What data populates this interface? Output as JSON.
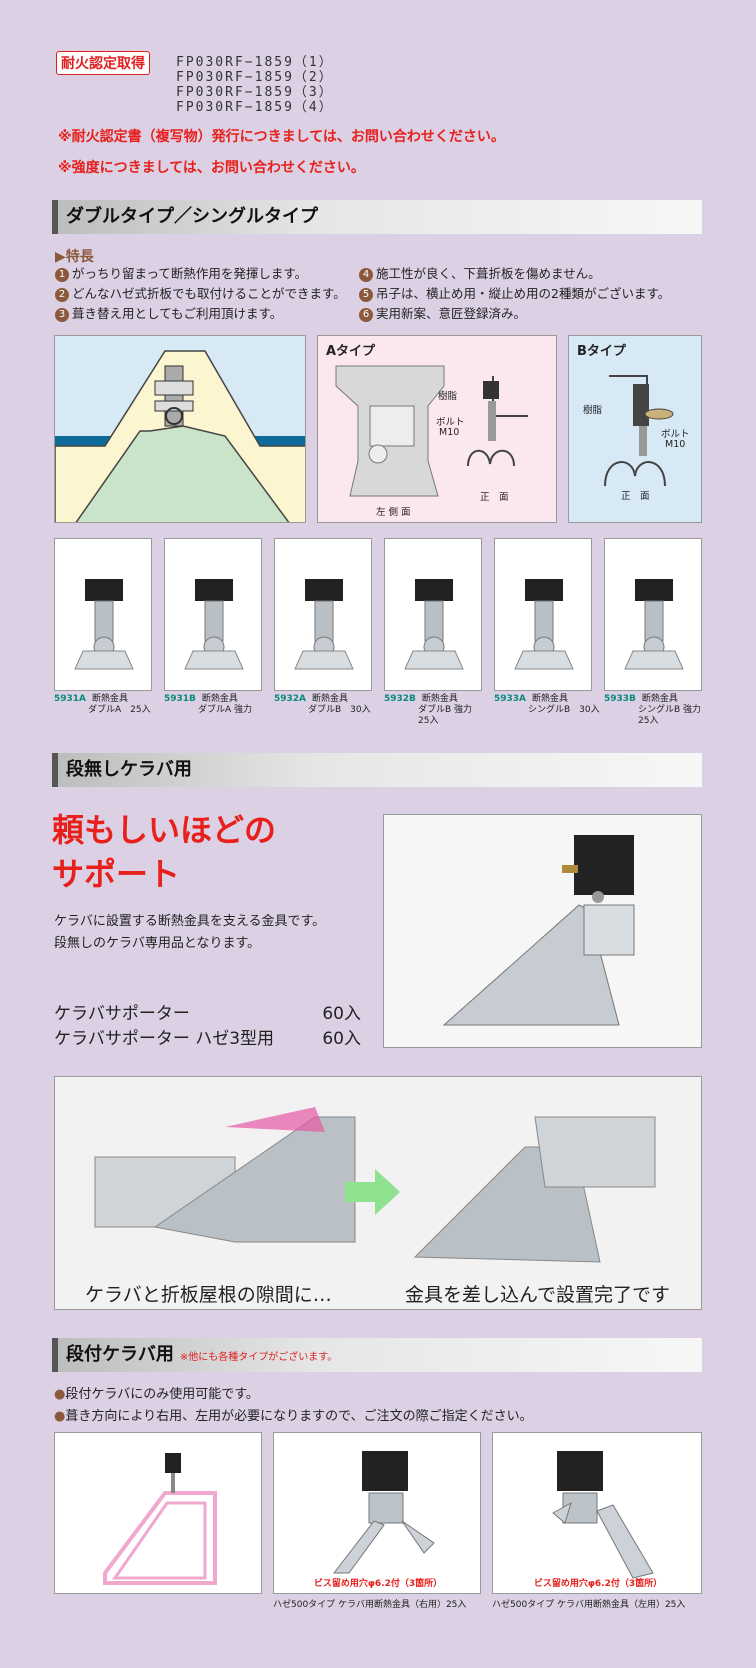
{
  "fire": {
    "badge": "耐火認定取得",
    "codes": [
      "FP030RF−1859（1）",
      "FP030RF−1859（2）",
      "FP030RF−1859（3）",
      "FP030RF−1859（4）"
    ],
    "note1": "※耐火認定書（複写物）発行につきましては、お問い合わせください。",
    "note2": "※強度につきましては、お問い合わせください。"
  },
  "double": {
    "title": "ダブルタイプ／シングルタイプ",
    "features_heading": "▶特長",
    "features_left": [
      {
        "n": "1",
        "text": "がっちり留まって断熱作用を発揮します。"
      },
      {
        "n": "2",
        "text": "どんなハゼ式折板でも取付けることができます。"
      },
      {
        "n": "3",
        "text": "葺き替え用としてもご利用頂けます。"
      }
    ],
    "features_right": [
      {
        "n": "4",
        "text": "施工性が良く、下葺折板を傷めません。"
      },
      {
        "n": "5",
        "text": "吊子は、横止め用・縦止め用の2種類がございます。"
      },
      {
        "n": "6",
        "text": "実用新案、意匠登録済み。"
      }
    ],
    "a_type": {
      "title": "Aタイプ",
      "resin": "樹脂",
      "bolt": "ボルト",
      "m10": "M10",
      "front": "正　面",
      "side": "左 側 面"
    },
    "b_type": {
      "title": "Bタイプ",
      "resin": "樹脂",
      "bolt": "ボルト",
      "m10": "M10",
      "front": "正　面"
    },
    "products": [
      {
        "code": "5931A",
        "line1": "断熱金具",
        "line2": "ダブルA　25入",
        "line3": ""
      },
      {
        "code": "5931B",
        "line1": "断熱金具",
        "line2": "ダブルA 強力",
        "line3": ""
      },
      {
        "code": "5932A",
        "line1": "断熱金具",
        "line2": "ダブルB　30入",
        "line3": ""
      },
      {
        "code": "5932B",
        "line1": "断熱金具",
        "line2": "ダブルB 強力",
        "line3": "25入"
      },
      {
        "code": "5933A",
        "line1": "断熱金具",
        "line2": "シングルB　30入",
        "line3": ""
      },
      {
        "code": "5933B",
        "line1": "断熱金具",
        "line2": "シングルB 強力",
        "line3": "25入"
      }
    ]
  },
  "kerabastep": {
    "title": "段無しケラバ用",
    "catch1": "頼もしいほどの",
    "catch2": "サポート",
    "desc1": "ケラバに設置する断熱金具を支える金具です。",
    "desc2": "段無しのケラバ専用品となります。",
    "items": [
      {
        "name": "ケラバサポーター",
        "qty": "60入"
      },
      {
        "name": "ケラバサポーター ハゼ3型用",
        "qty": "60入"
      }
    ],
    "caption_left": "ケラバと折板屋根の隙間に…",
    "caption_right": "金具を差し込んで設置完了です"
  },
  "stepped": {
    "title": "段付ケラバ用",
    "note": "※他にも各種タイプがございます。",
    "bullets": [
      "段付ケラバにのみ使用可能です。",
      "葺き方向により右用、左用が必要になりますので、ご注文の際ご指定ください。"
    ],
    "hole_note": "ビス留め用穴φ6.2付（3箇所）",
    "right_caption": "ハゼ500タイプ ケラバ用断熱金具（右用）25入",
    "left_caption": "ハゼ500タイプ ケラバ用断熱金具（左用）25入"
  },
  "colors": {
    "red": "#e8201c",
    "bg": "#dcd0e4",
    "sky": "#d6e9f5",
    "pink": "#fbe8ee",
    "teal": "#0a8a7a"
  }
}
